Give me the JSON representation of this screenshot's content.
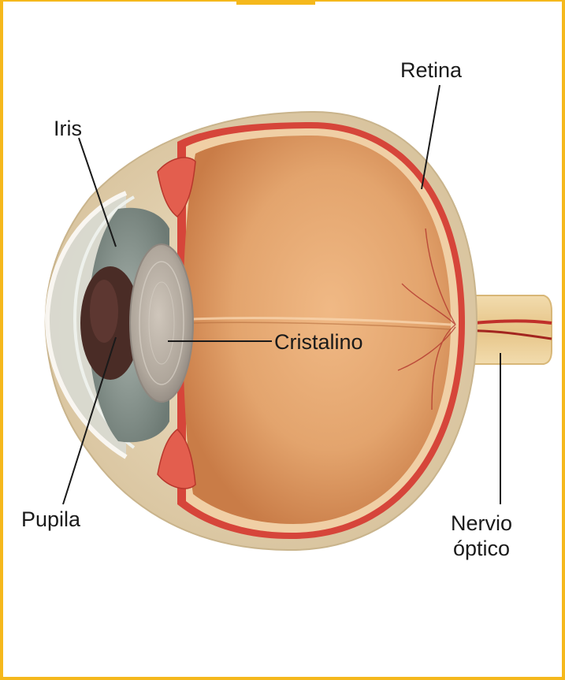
{
  "diagram": {
    "labels": {
      "retina": "Retina",
      "iris": "Iris",
      "cristalino": "Cristalino",
      "pupila": "Pupila",
      "nervio_line1": "Nervio",
      "nervio_line2": "óptico"
    },
    "colors": {
      "frame": "#f5b81c",
      "sclera": "#e7d6b8",
      "choroid": "#d6453a",
      "vitreous": "#e3a46d",
      "lens": "#b9b3aa",
      "iris": "#8e9a93",
      "pupil": "#4a2c26",
      "nerve": "#e8c98f",
      "leader": "#1a1a1a"
    }
  }
}
